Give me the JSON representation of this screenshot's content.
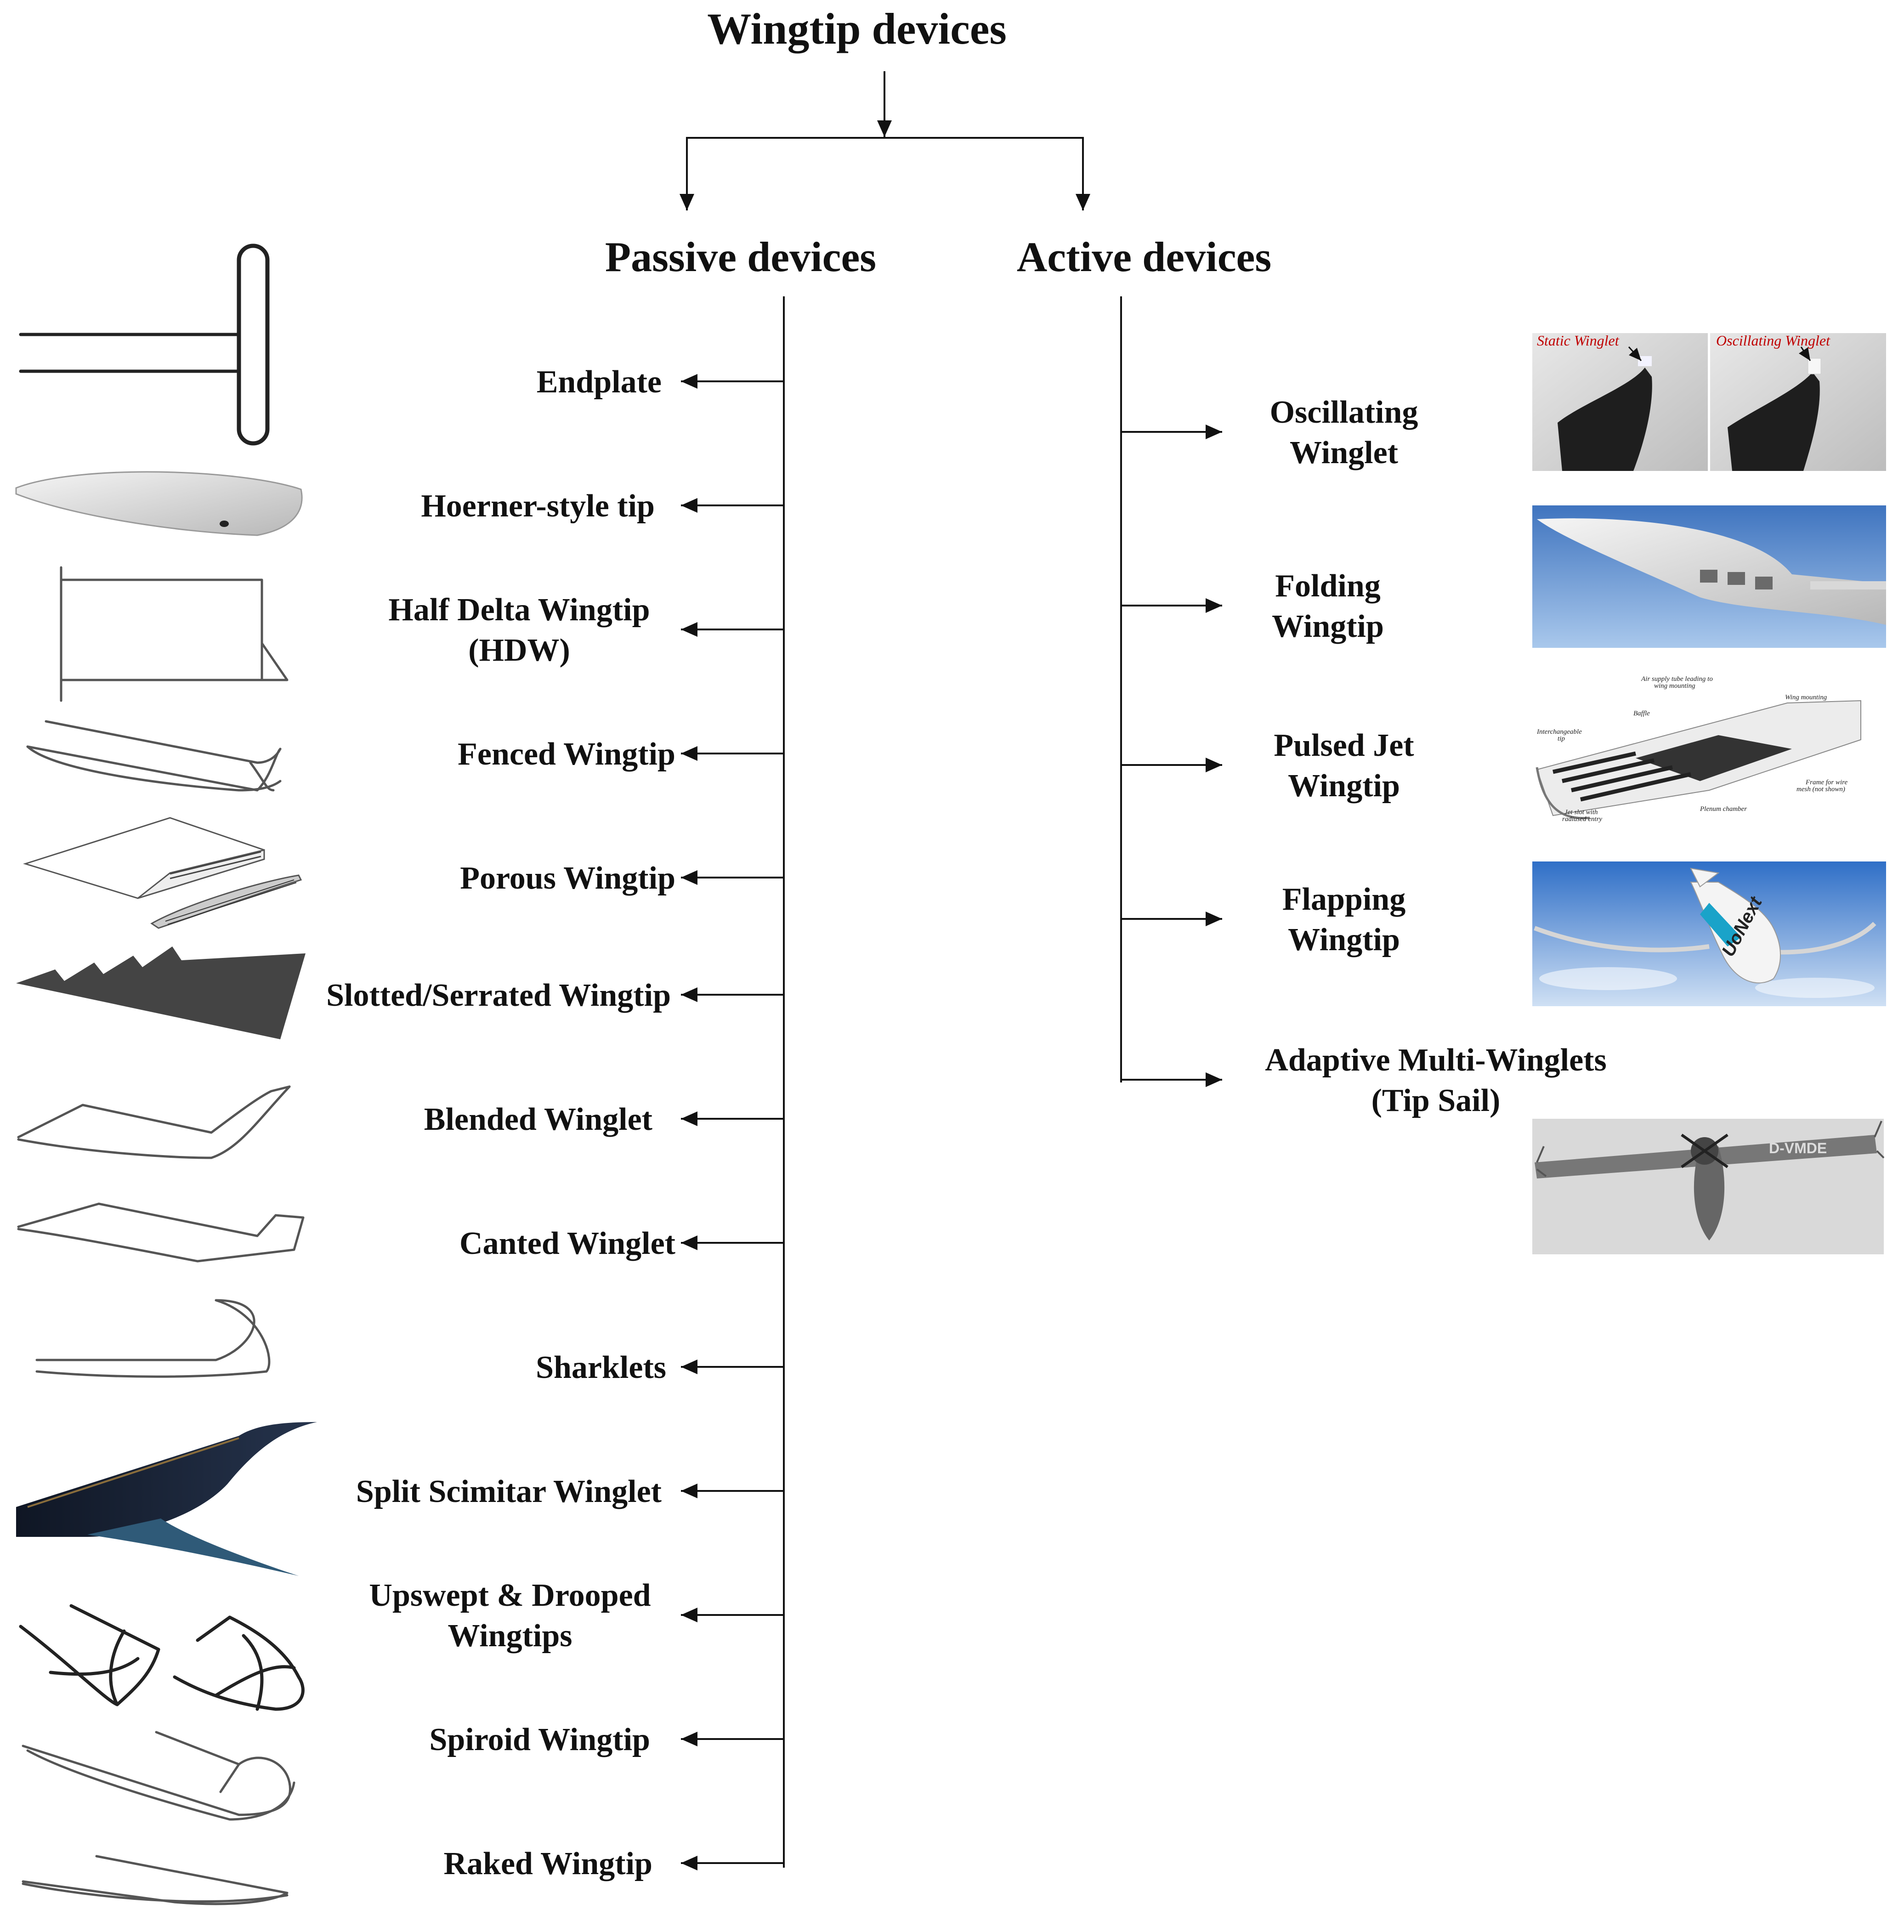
{
  "title": "Wingtip devices",
  "passive": {
    "heading": "Passive devices",
    "items": [
      [
        "Endplate"
      ],
      [
        "Hoerner-style tip"
      ],
      [
        "Half Delta Wingtip",
        "(HDW)"
      ],
      [
        "Fenced Wingtip"
      ],
      [
        "Porous Wingtip"
      ],
      [
        "Slotted/Serrated Wingtip"
      ],
      [
        "Blended Winglet"
      ],
      [
        "Canted Winglet"
      ],
      [
        "Sharklets"
      ],
      [
        "Split Scimitar Winglet"
      ],
      [
        "Upswept & Drooped",
        "Wingtips"
      ],
      [
        "Spiroid  Wingtip"
      ],
      [
        "Raked  Wingtip"
      ]
    ]
  },
  "active": {
    "heading": "Active devices",
    "items": [
      [
        "Oscillating",
        "Winglet"
      ],
      [
        "Folding",
        "Wingtip"
      ],
      [
        "Pulsed Jet",
        "Wingtip"
      ],
      [
        "Flapping",
        "Wingtip"
      ],
      [
        "Adaptive Multi-Winglets",
        "(Tip Sail)"
      ]
    ]
  },
  "photo_labels": {
    "static_winglet": "Static Winglet",
    "oscillating_winglet": "Oscillating Winglet",
    "air_supply": "Air supply tube leading to",
    "air_supply2": "wing mounting",
    "wing_mounting": "Wing mounting",
    "baffle": "Baffle",
    "interchangeable": "Interchangeable",
    "tip": "tip",
    "frame": "Frame for wire",
    "frame2": "mesh (not shown)",
    "jet_slot": "Jet slot with",
    "jet_slot2": "radiused entry",
    "plenum": "Plenum chamber",
    "logo": "UoNext",
    "registration": "D-VMDE"
  },
  "colors": {
    "line": "#111111",
    "sky": "#5b8fd0",
    "red_label": "#c00000"
  }
}
